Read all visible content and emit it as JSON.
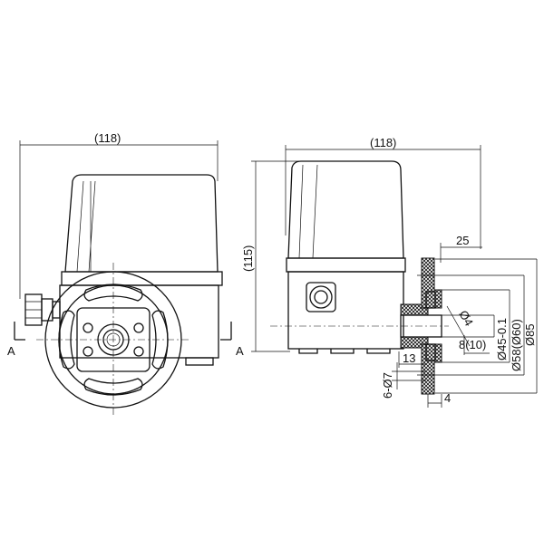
{
  "drawing": {
    "front_view": {
      "width_label": "(118)",
      "section_left": "A",
      "section_right": "A"
    },
    "side_view": {
      "width_label": "(118)",
      "height_label": "(115)",
      "flange_depth": "25",
      "shaft_dia": "Ø4",
      "shaft_length": "8(10)",
      "spigot_dia": "Ø45-0.1",
      "bolt_circle": "Ø58(Ø60)",
      "flange_dia": "Ø85",
      "hub_length": "13",
      "holes": "6-Ø7",
      "flange_thickness": "4"
    }
  }
}
